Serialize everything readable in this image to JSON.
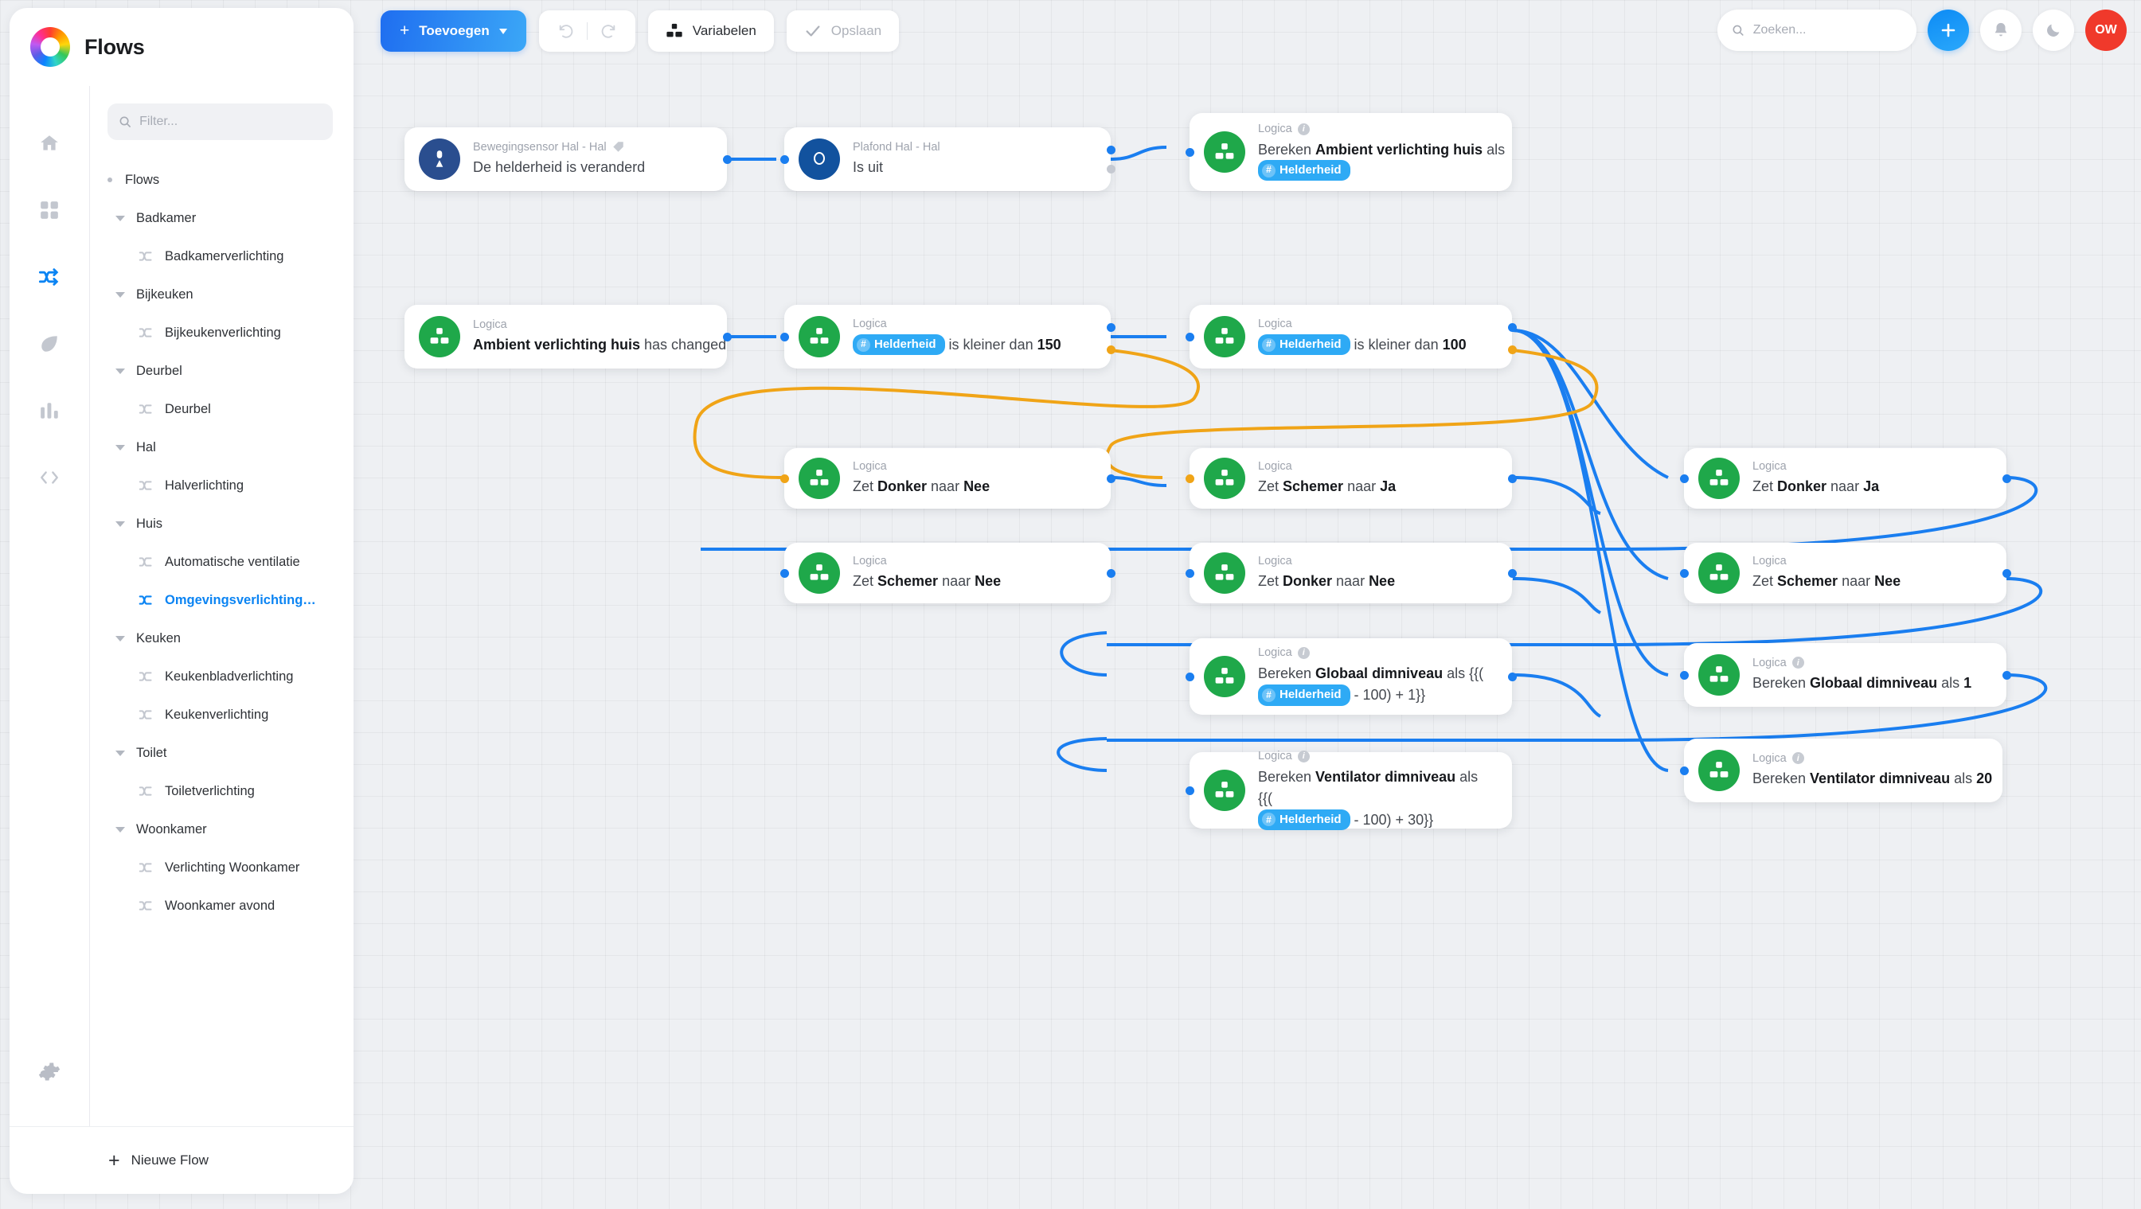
{
  "app": {
    "title": "Flows",
    "logo": "homey-logo-icon"
  },
  "sidebar": {
    "filter_placeholder": "Filter...",
    "rail_icons": [
      "home-icon",
      "grid-icon",
      "flows-icon",
      "insights-leaf-icon",
      "stats-bar-icon",
      "code-icon",
      "gear-icon"
    ],
    "rail_active_index": 2,
    "tree": [
      {
        "label": "Flows",
        "type": "root"
      },
      {
        "label": "Badkamer",
        "type": "group"
      },
      {
        "label": "Badkamerverlichting",
        "type": "leaf"
      },
      {
        "label": "Bijkeuken",
        "type": "group"
      },
      {
        "label": "Bijkeukenverlichting",
        "type": "leaf"
      },
      {
        "label": "Deurbel",
        "type": "group"
      },
      {
        "label": "Deurbel",
        "type": "leaf"
      },
      {
        "label": "Hal",
        "type": "group"
      },
      {
        "label": "Halverlichting",
        "type": "leaf"
      },
      {
        "label": "Huis",
        "type": "group"
      },
      {
        "label": "Automatische ventilatie",
        "type": "leaf"
      },
      {
        "label": "Omgevingsverlichting…",
        "type": "leaf",
        "selected": true
      },
      {
        "label": "Keuken",
        "type": "group"
      },
      {
        "label": "Keukenbladverlichting",
        "type": "leaf"
      },
      {
        "label": "Keukenverlichting",
        "type": "leaf"
      },
      {
        "label": "Toilet",
        "type": "group"
      },
      {
        "label": "Toiletverlichting",
        "type": "leaf"
      },
      {
        "label": "Woonkamer",
        "type": "group"
      },
      {
        "label": "Verlichting Woonkamer",
        "type": "leaf"
      },
      {
        "label": "Woonkamer avond",
        "type": "leaf"
      }
    ],
    "new_flow_label": "Nieuwe Flow"
  },
  "toolbar": {
    "add_label": "Toevoegen",
    "undo_icon": "undo-icon",
    "redo_icon": "redo-icon",
    "variables_label": "Variabelen",
    "save_label": "Opslaan"
  },
  "header": {
    "search_placeholder": "Zoeken...",
    "add_icon": "plus-icon",
    "notifications_icon": "bell-icon",
    "theme_icon": "moon-icon",
    "avatar_initials": "OW"
  },
  "colors": {
    "accent_blue": "#1a7ef0",
    "logic_green": "#1fa84a",
    "chip_blue": "#2eaaf5",
    "edge_orange": "#f0a417",
    "avatar_red": "#f0392b"
  },
  "cards": [
    {
      "id": "c1",
      "kind": "trigger",
      "avatar": "navy",
      "icon": "motion-sensor-icon",
      "meta": "Bewegingsensor Hal - Hal",
      "meta_tag": true,
      "parts": [
        {
          "t": "De helderheid is veranderd",
          "b": false
        }
      ]
    },
    {
      "id": "c2",
      "kind": "condition",
      "avatar": "blue",
      "icon": "ceiling-lamp-icon",
      "meta": "Plafond Hal - Hal",
      "parts": [
        {
          "t": "Is uit",
          "b": false
        }
      ]
    },
    {
      "id": "c3",
      "kind": "action",
      "avatar": "green",
      "icon": "logic-icon",
      "meta": "Logica",
      "info": true,
      "parts": [
        {
          "t": "Bereken ",
          "b": false
        },
        {
          "t": "Ambient verlichting huis",
          "b": true
        },
        {
          "t": " als ",
          "b": false
        },
        {
          "chip": "Helderheid"
        }
      ]
    },
    {
      "id": "c4",
      "kind": "trigger",
      "avatar": "green",
      "icon": "logic-icon",
      "meta": "Logica",
      "parts": [
        {
          "t": "Ambient verlichting huis",
          "b": true
        },
        {
          "t": " has changed",
          "b": false
        }
      ]
    },
    {
      "id": "c5",
      "kind": "condition",
      "avatar": "green",
      "icon": "logic-icon",
      "meta": "Logica",
      "parts": [
        {
          "chip": "Helderheid"
        },
        {
          "t": " is kleiner dan ",
          "b": false
        },
        {
          "t": "150",
          "b": true
        }
      ]
    },
    {
      "id": "c6",
      "kind": "condition",
      "avatar": "green",
      "icon": "logic-icon",
      "meta": "Logica",
      "parts": [
        {
          "chip": "Helderheid"
        },
        {
          "t": " is kleiner dan ",
          "b": false
        },
        {
          "t": "100",
          "b": true
        }
      ]
    },
    {
      "id": "c7",
      "kind": "action",
      "avatar": "green",
      "icon": "logic-icon",
      "meta": "Logica",
      "parts": [
        {
          "t": "Zet ",
          "b": false
        },
        {
          "t": "Donker",
          "b": true
        },
        {
          "t": " naar ",
          "b": false
        },
        {
          "t": "Nee",
          "b": true
        }
      ]
    },
    {
      "id": "c8",
      "kind": "action",
      "avatar": "green",
      "icon": "logic-icon",
      "meta": "Logica",
      "parts": [
        {
          "t": "Zet ",
          "b": false
        },
        {
          "t": "Schemer",
          "b": true
        },
        {
          "t": " naar ",
          "b": false
        },
        {
          "t": "Ja",
          "b": true
        }
      ]
    },
    {
      "id": "c9",
      "kind": "action",
      "avatar": "green",
      "icon": "logic-icon",
      "meta": "Logica",
      "parts": [
        {
          "t": "Zet ",
          "b": false
        },
        {
          "t": "Donker",
          "b": true
        },
        {
          "t": " naar ",
          "b": false
        },
        {
          "t": "Ja",
          "b": true
        }
      ]
    },
    {
      "id": "c10",
      "kind": "action",
      "avatar": "green",
      "icon": "logic-icon",
      "meta": "Logica",
      "parts": [
        {
          "t": "Zet ",
          "b": false
        },
        {
          "t": "Schemer",
          "b": true
        },
        {
          "t": " naar ",
          "b": false
        },
        {
          "t": "Nee",
          "b": true
        }
      ]
    },
    {
      "id": "c11",
      "kind": "action",
      "avatar": "green",
      "icon": "logic-icon",
      "meta": "Logica",
      "parts": [
        {
          "t": "Zet ",
          "b": false
        },
        {
          "t": "Donker",
          "b": true
        },
        {
          "t": " naar ",
          "b": false
        },
        {
          "t": "Nee",
          "b": true
        }
      ]
    },
    {
      "id": "c12",
      "kind": "action",
      "avatar": "green",
      "icon": "logic-icon",
      "meta": "Logica",
      "parts": [
        {
          "t": "Zet ",
          "b": false
        },
        {
          "t": "Schemer",
          "b": true
        },
        {
          "t": " naar ",
          "b": false
        },
        {
          "t": "Nee",
          "b": true
        }
      ]
    },
    {
      "id": "c13",
      "kind": "action",
      "avatar": "green",
      "icon": "logic-icon",
      "meta": "Logica",
      "info": true,
      "two_line": true,
      "parts": [
        {
          "t": "Bereken ",
          "b": false
        },
        {
          "t": "Globaal dimniveau",
          "b": true
        },
        {
          "t": " als {{(",
          "b": false
        },
        {
          "br": true
        },
        {
          "chip": "Helderheid"
        },
        {
          "t": " - 100) + 1}}",
          "b": false
        }
      ]
    },
    {
      "id": "c14",
      "kind": "action",
      "avatar": "green",
      "icon": "logic-icon",
      "meta": "Logica",
      "info": true,
      "parts": [
        {
          "t": "Bereken ",
          "b": false
        },
        {
          "t": "Globaal dimniveau",
          "b": true
        },
        {
          "t": " als ",
          "b": false
        },
        {
          "t": "1",
          "b": true
        }
      ]
    },
    {
      "id": "c15",
      "kind": "action",
      "avatar": "green",
      "icon": "logic-icon",
      "meta": "Logica",
      "info": true,
      "two_line": true,
      "parts": [
        {
          "t": "Bereken ",
          "b": false
        },
        {
          "t": "Ventilator dimniveau",
          "b": true
        },
        {
          "t": " als {{(",
          "b": false
        },
        {
          "br": true
        },
        {
          "chip": "Helderheid"
        },
        {
          "t": " - 100) + 30}}",
          "b": false
        }
      ]
    },
    {
      "id": "c16",
      "kind": "action",
      "avatar": "green",
      "icon": "logic-icon",
      "meta": "Logica",
      "info": true,
      "parts": [
        {
          "t": "Bereken ",
          "b": false
        },
        {
          "t": "Ventilator dimniveau",
          "b": true
        },
        {
          "t": " als ",
          "b": false
        },
        {
          "t": "20",
          "b": true
        }
      ]
    }
  ]
}
